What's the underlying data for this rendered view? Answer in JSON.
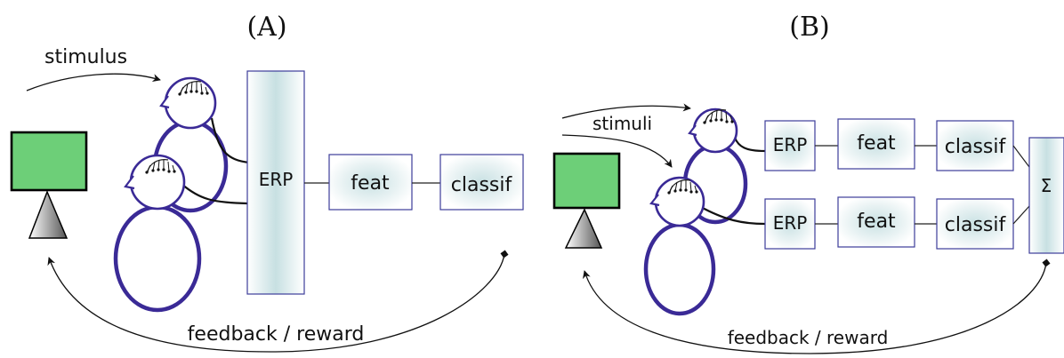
{
  "panel_a": {
    "label": "(A)",
    "stimulus_label": "stimulus",
    "erp_label": "ERP",
    "feat_label": "feat",
    "classif_label": "classif",
    "feedback_label": "feedback / reward"
  },
  "panel_b": {
    "label": "(B)",
    "stimulus_label": "stimuli",
    "top_row": {
      "erp_label": "ERP",
      "feat_label": "feat",
      "classif_label": "classif"
    },
    "bottom_row": {
      "erp_label": "ERP",
      "feat_label": "feat",
      "classif_label": "classif"
    },
    "sum_label": "Σ",
    "feedback_label": "feedback / reward"
  },
  "colors": {
    "screen": "#6dcf78",
    "person_outline": "#3a2a96",
    "box_border": "#3d3d9a",
    "box_fill_center": "#cfe4e6"
  }
}
